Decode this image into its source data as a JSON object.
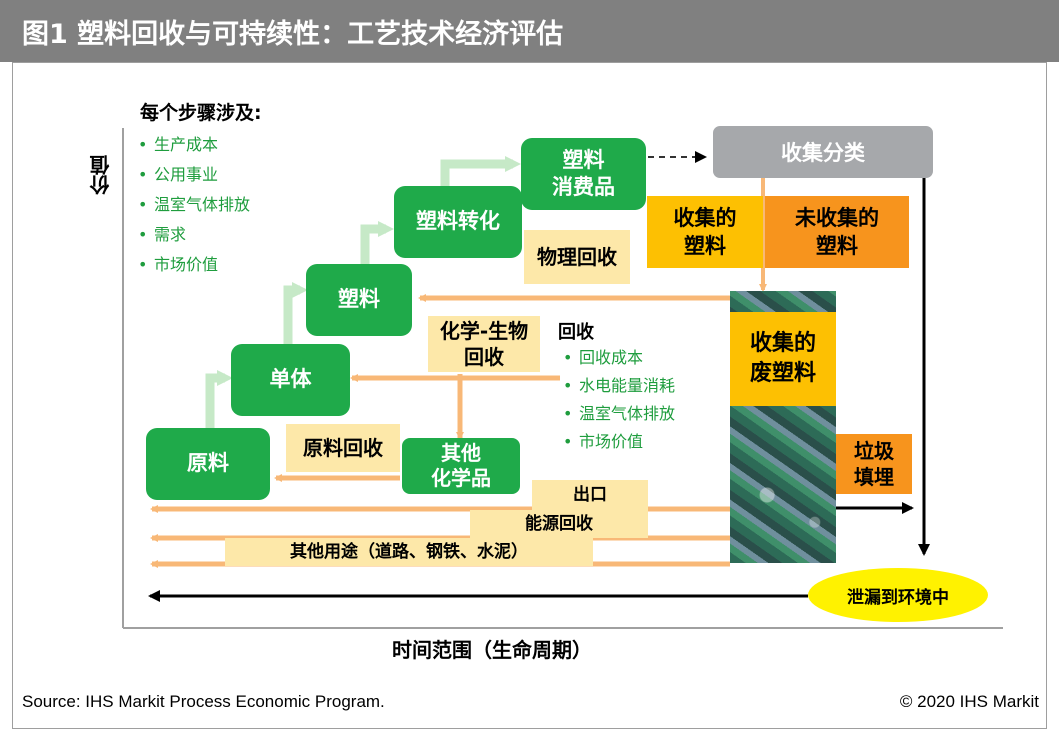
{
  "title": "图1 塑料回收与可持续性：工艺技术经济评估",
  "axes": {
    "y_label": "价值",
    "x_label": "时间范围（生命周期）"
  },
  "steps_header": "每个步骤涉及:",
  "steps_items": [
    "生产成本",
    "公用事业",
    "温室气体排放",
    "需求",
    "市场价值"
  ],
  "stages": {
    "raw": "原料",
    "monomer": "单体",
    "plastic": "塑料",
    "conversion": "塑料转化",
    "consumer": [
      "塑料",
      "消费品"
    ]
  },
  "collect_sort": "收集分类",
  "collected": [
    "收集的",
    "塑料"
  ],
  "uncollected": [
    "未收集的",
    "塑料"
  ],
  "waste": [
    "收集的",
    "废塑料"
  ],
  "landfill": [
    "垃圾",
    "填埋"
  ],
  "physical_recycle": "物理回收",
  "chem_bio_recycle": [
    "化学-生物",
    "回收"
  ],
  "feedstock_recycle": "原料回收",
  "other_chemicals": [
    "其他",
    "化学品"
  ],
  "recycle_header": "回收",
  "recycle_items": [
    "回收成本",
    "水电能量消耗",
    "温室气体排放",
    "市场价值"
  ],
  "export": "出口",
  "energy_recovery": "能源回收",
  "other_uses": "其他用途（道路、钢铁、水泥）",
  "leakage": "泄漏到环境中",
  "source": "Source: IHS Markit Process Economic Program.",
  "copyright": "© 2020 IHS Markit",
  "colors": {
    "green": "#1faa4a",
    "tan": "#fde8a9",
    "gold": "#fdc002",
    "orange": "#f7941d",
    "arrow": "#f8b877",
    "stair": "#c6e9c7",
    "leak": "#fff200"
  }
}
